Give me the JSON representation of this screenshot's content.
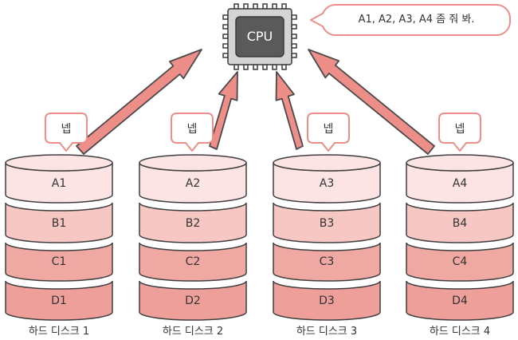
{
  "cpu": {
    "label": "CPU"
  },
  "request": {
    "text": "A1, A2, A3, A4 좀 줘 봐."
  },
  "disks": [
    {
      "name": "하드 디스크 1",
      "reply": "넵",
      "blocks": [
        "A1",
        "B1",
        "C1",
        "D1"
      ]
    },
    {
      "name": "하드 디스크 2",
      "reply": "넵",
      "blocks": [
        "A2",
        "B2",
        "C2",
        "D2"
      ]
    },
    {
      "name": "하드 디스크 3",
      "reply": "넵",
      "blocks": [
        "A3",
        "B3",
        "C3",
        "D3"
      ]
    },
    {
      "name": "하드 디스크 4",
      "reply": "넵",
      "blocks": [
        "A4",
        "B4",
        "C4",
        "D4"
      ]
    }
  ],
  "colors": {
    "layer_a": "#fbe4e3",
    "layer_b": "#f6c7c3",
    "layer_c": "#f0a8a3",
    "layer_d": "#ee9f9a",
    "arrow": "#ee8e89",
    "cpu_body": "#5a5a5a",
    "cpu_frame": "#d4d4d4"
  }
}
